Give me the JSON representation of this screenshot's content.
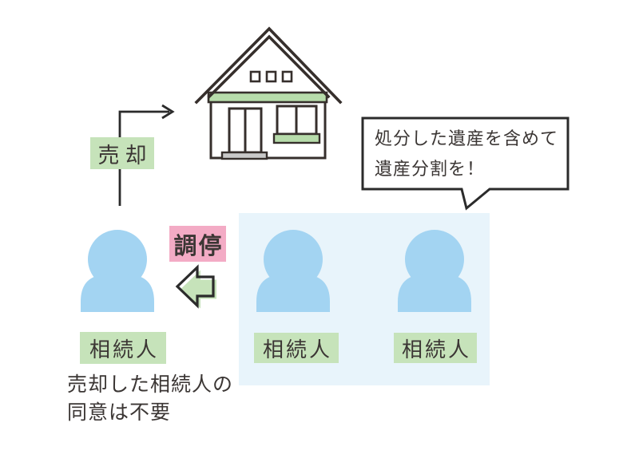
{
  "colors": {
    "white": "#ffffff",
    "outline": "#362f2c",
    "line": "#2b2b2b",
    "text": "#3b3634",
    "green": "#c6e3ba",
    "house_green": "#b7dcab",
    "pink": "#f3abc5",
    "person_blue": "#a3d4f2",
    "panel_blue": "#e8f4fb",
    "step_gray": "#c9c9c9"
  },
  "labels": {
    "sale": "売却",
    "mediation": "調停",
    "heirs": [
      "相続人",
      "相続人",
      "相続人"
    ]
  },
  "speech_bubble": {
    "line1": "処分した遺産を含めて",
    "line2": "遺産分割を！"
  },
  "caption": {
    "line1": "売却した相続人の",
    "line2": "同意は不要"
  }
}
